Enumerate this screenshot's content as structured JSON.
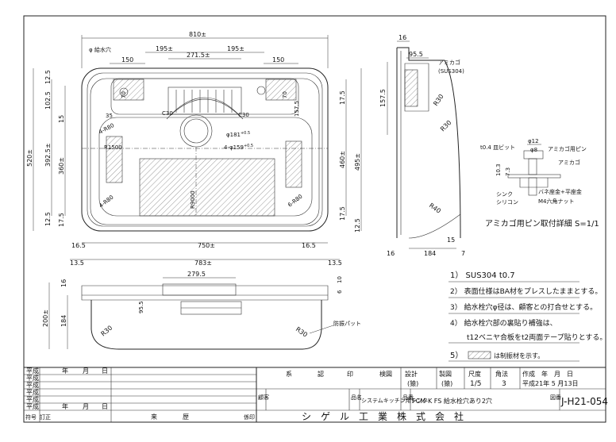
{
  "top_view": {
    "overall_width": "810±",
    "inner_width": "750±",
    "rim_width": "783±",
    "left_rim_a": "16.5",
    "right_rim_a": "16.5",
    "left_rim_b": "13.5",
    "right_rim_b": "13.5",
    "hatch_left_w": "150",
    "hatch_right_w": "150",
    "pitch_left": "195±",
    "pitch_right": "195±",
    "tray_w": "271.5±",
    "overall_h": "520±",
    "h_392": "392.5±",
    "h_360": "360±",
    "h_102": "102.5",
    "h_12_top": "12.5",
    "h_15": "15",
    "h_17_left": "17.5",
    "h_12_bot_left": "12.5",
    "h_460": "460±",
    "h_495": "495±",
    "h_17_top_right": "17.5",
    "h_17_bot_right": "17.5",
    "h_12_bot_right": "12.5",
    "h_157_top": "157.5",
    "dim_35": "35",
    "dim_70_left": "70",
    "dim_70_right": "70",
    "c30_left": "C30",
    "c30_right": "C30",
    "r80_upper": "4-R80",
    "r80_lower": "4-R80",
    "r80_right": "6-R80",
    "r1500": "R1500",
    "phi181": "φ181",
    "phi181_tol": "+0.5",
    "phi159": "4-φ159",
    "phi159_tol": "+0.5",
    "phi_faucet": "φ 給水穴",
    "r9000": "R9000"
  },
  "side_view": {
    "top_width": "16",
    "depth_95": "95.5",
    "depth_157": "157.5",
    "depth_184": "184",
    "bottom_16": "16",
    "bottom_15": "15",
    "bottom_7": "7",
    "r30_top": "R30",
    "r30_mid": "R30",
    "r40": "R40",
    "bracket_label": "アミカゴ",
    "bracket_sub": "(SUS304)"
  },
  "detail": {
    "title": "アミカゴ用ピン取付詳細  S=1/1",
    "phi12": "φ12",
    "phi8": "φ8",
    "plate": "t0.4 皿ビット",
    "pin": "アミカゴ用ピン",
    "basket": "アミカゴ",
    "dim_10_3": "10.3",
    "dim_7_3": "7.3",
    "sink": "シンク",
    "silicone": "シリコン",
    "washer": "バネ座金+平座金",
    "nut": "M4六角ナット"
  },
  "front_view": {
    "tray_w": "279.5",
    "height_200": "200±",
    "height_184": "184",
    "h_16": "16",
    "h_95": "95.5",
    "h_6": "6",
    "h_10": "10",
    "r30_left": "R30",
    "r30_right": "R30",
    "pad_label": "防振パット"
  },
  "notes": [
    "1） SUS304  t0.7",
    "2） 表面仕様はBA材をプレスしたままとする。",
    "3） 給水栓穴φ径は、顧客との打合せとする。",
    "4） 給水栓穴部の裏貼り補強は、",
    "t12ベニヤ合板をt2両面テープ貼りとする。",
    "5）",
    "は制振材を示す。"
  ],
  "title_block": {
    "rev_era": "平成",
    "rev_year": "年",
    "rev_month": "月",
    "rev_day": "日",
    "rev_symbol": "符号",
    "rev_fix": "訂正",
    "history": "来　　　　歴",
    "seal_col": "係印",
    "dept": "系",
    "check": "認",
    "stamp": "印",
    "inspect": "検図",
    "design_h": "設計",
    "design_v": "(猿)",
    "draw_h": "製図",
    "draw_v": "(猿)",
    "scale_h": "尺度",
    "scale_v": "1/5",
    "angle_h": "角法",
    "angle_v": "3",
    "created_h": "作成　年　月　日",
    "created_v": "平成21年 5 月13日",
    "customer_label": "顧客",
    "item_label": "品名",
    "item_value": "システムキッチン用シンク",
    "model_label": "品番",
    "model_value": "FCM-K FS 給水栓穴あり2穴",
    "drawing_label": "図番",
    "drawing_number": "J-H21-054",
    "company": "シ　ゲ　ル　工　業　株　式　会　社"
  }
}
